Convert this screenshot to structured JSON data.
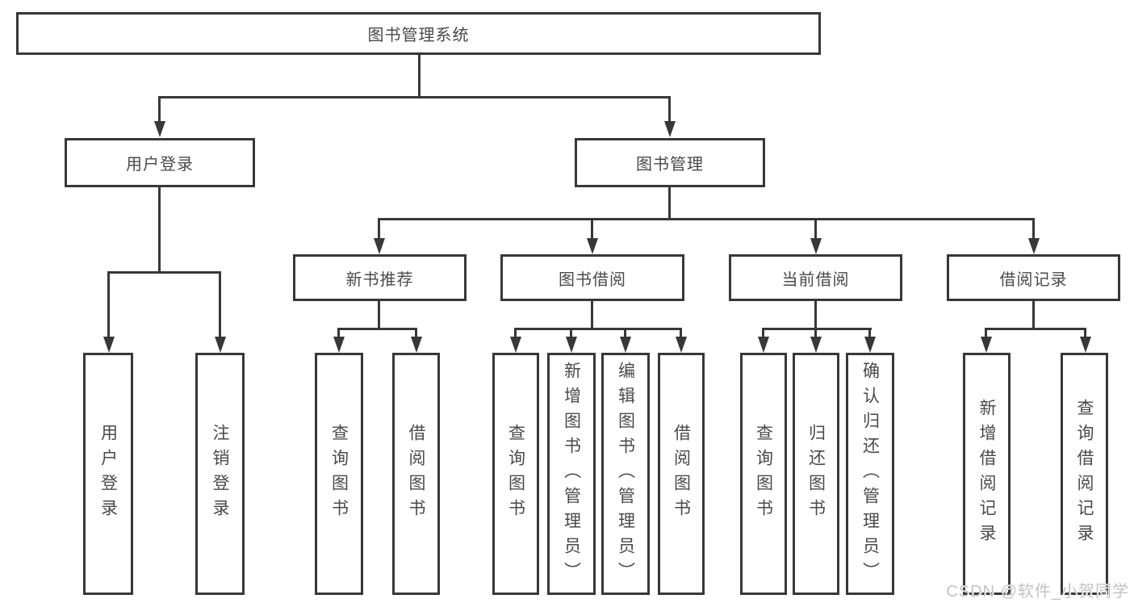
{
  "tree": {
    "label": "图书管理系统",
    "children": [
      {
        "label": "用户登录",
        "children": [
          {
            "label": "用户登录"
          },
          {
            "label": "注销登录"
          }
        ]
      },
      {
        "label": "图书管理",
        "children": [
          {
            "label": "新书推荐",
            "children": [
              {
                "label": "查询图书"
              },
              {
                "label": "借阅图书"
              }
            ]
          },
          {
            "label": "图书借阅",
            "children": [
              {
                "label": "查询图书"
              },
              {
                "label": "新增图书（管理员）"
              },
              {
                "label": "编辑图书（管理员）"
              },
              {
                "label": "借阅图书"
              }
            ]
          },
          {
            "label": "当前借阅",
            "children": [
              {
                "label": "查询图书"
              },
              {
                "label": "归还图书"
              },
              {
                "label": "确认归还（管理员）"
              }
            ]
          },
          {
            "label": "借阅记录",
            "children": [
              {
                "label": "新增借阅记录"
              },
              {
                "label": "查询借阅记录"
              }
            ]
          }
        ]
      }
    ]
  },
  "colors": {
    "line": "#383838",
    "text": "#4a4a4a",
    "watermark": "#c3c3c3",
    "background": "#ffffff"
  },
  "watermark": {
    "text": "CSDN @软件_小贺同学"
  }
}
